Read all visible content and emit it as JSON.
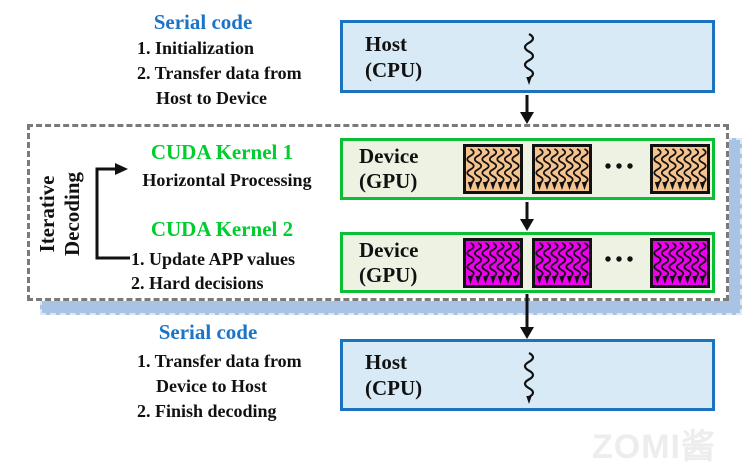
{
  "top_serial": {
    "title": "Serial code",
    "line1": "1. Initialization",
    "line2": "2. Transfer data from",
    "line3": "Host to Device"
  },
  "bottom_serial": {
    "title": "Serial code",
    "line1": "1. Transfer data from",
    "line2": "Device to Host",
    "line3": "2. Finish decoding"
  },
  "iterative": {
    "line1": "Iterative",
    "line2": "Decoding"
  },
  "kernel1": {
    "title": "CUDA Kernel 1",
    "line1": "Horizontal Processing"
  },
  "kernel2": {
    "title": "CUDA Kernel 2",
    "line1": "1. Update APP values",
    "line2": "2. Hard decisions"
  },
  "host_top": {
    "line1": "Host",
    "line2": "(CPU)"
  },
  "host_bottom": {
    "line1": "Host",
    "line2": "(CPU)"
  },
  "device1": {
    "line1": "Device",
    "line2": "(GPU)",
    "dots": "•••"
  },
  "device2": {
    "line1": "Device",
    "line2": "(GPU)",
    "dots": "•••"
  },
  "watermark": "ZOMI酱",
  "colors": {
    "serial_title": "#1b74c5",
    "kernel_title": "#00cd2e",
    "host_fill": "#d8eaf5",
    "host_border": "#1d72bf",
    "device_fill": "#eef2e2",
    "device_border": "#0bbf35",
    "block1_fill": "#f5c48e",
    "block2_fill": "#ee00ee",
    "shadow": "#a9c3e4",
    "dashed_border": "#7a7a7a",
    "watermark": "#ededed"
  }
}
